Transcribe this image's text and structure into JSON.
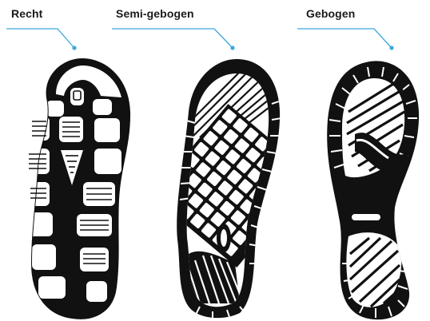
{
  "labels": {
    "recht": "Recht",
    "semi": "Semi-gebogen",
    "gebogen": "Gebogen"
  },
  "colors": {
    "leader": "#3aa8dc",
    "sole_ink": "#111111",
    "background": "#ffffff"
  },
  "icons": [
    "straight-sole-icon",
    "semi-curved-sole-icon",
    "curved-sole-icon"
  ]
}
